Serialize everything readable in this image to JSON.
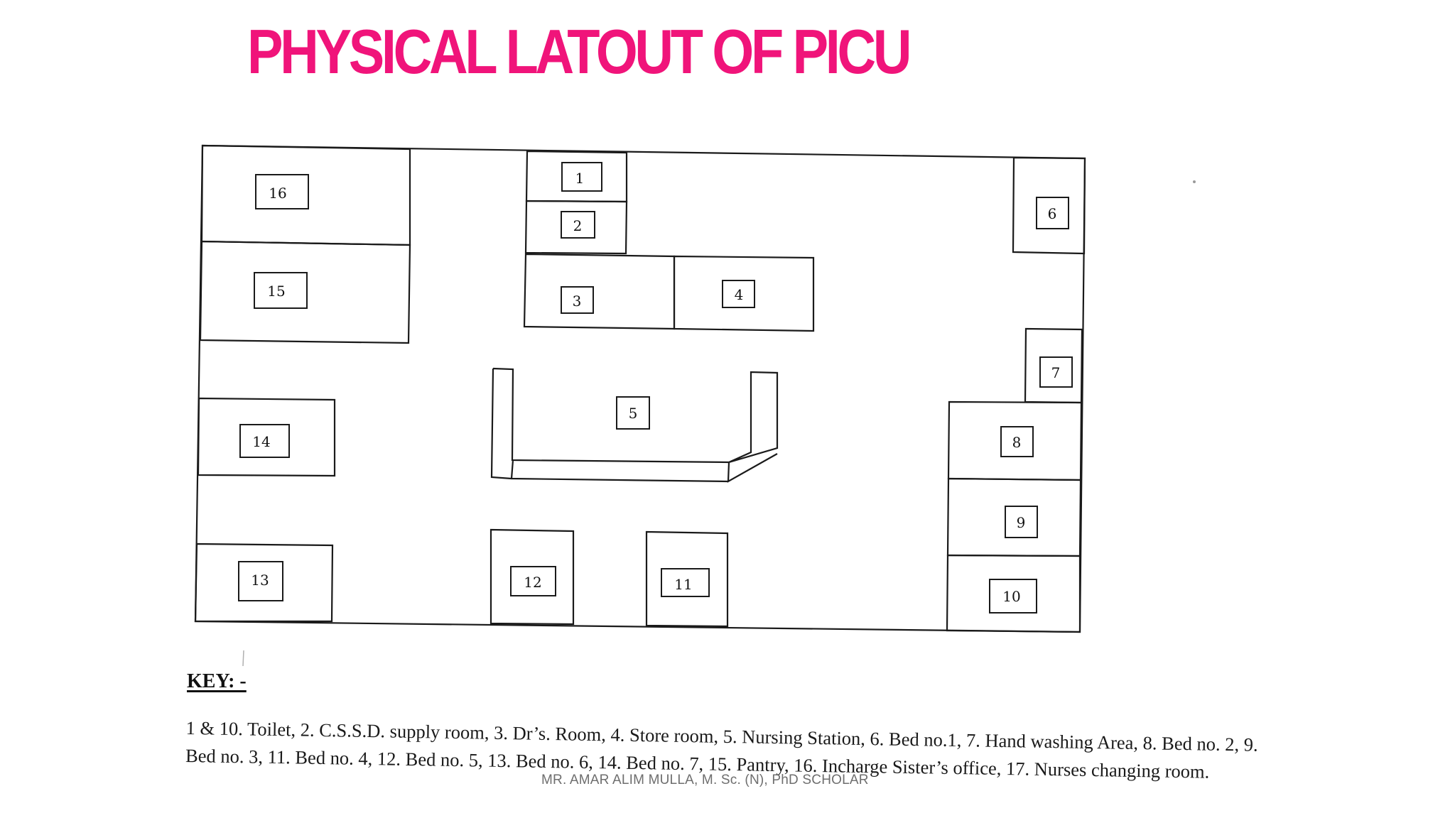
{
  "slide": {
    "title": "PHYSICAL LATOUT OF PICU",
    "footer": "MR. AMAR ALIM MULLA, M. Sc. (N), PhD SCHOLAR",
    "colors": {
      "title": "#f0147a",
      "ink": "#1a1a1a",
      "footer": "#6e6e6e"
    }
  },
  "floor_plan": {
    "labels": {
      "r1": "1",
      "r2": "2",
      "r3": "3",
      "r4": "4",
      "r5": "5",
      "r6": "6",
      "r7": "7",
      "r8": "8",
      "r9": "9",
      "r10": "10",
      "r11": "11",
      "r12": "12",
      "r13": "13",
      "r14": "14",
      "r15": "15",
      "r16": "16"
    }
  },
  "key": {
    "heading": "KEY: -",
    "text": "1 & 10. Toilet, 2. C.S.S.D. supply room, 3. Dr’s. Room, 4. Store room, 5. Nursing Station, 6. Bed no.1, 7. Hand washing Area, 8. Bed no. 2, 9. Bed no. 3, 11. Bed no. 4, 12. Bed no. 5, 13. Bed no. 6, 14. Bed no. 7, 15. Pantry, 16. Incharge Sister’s office, 17. Nurses changing room."
  }
}
